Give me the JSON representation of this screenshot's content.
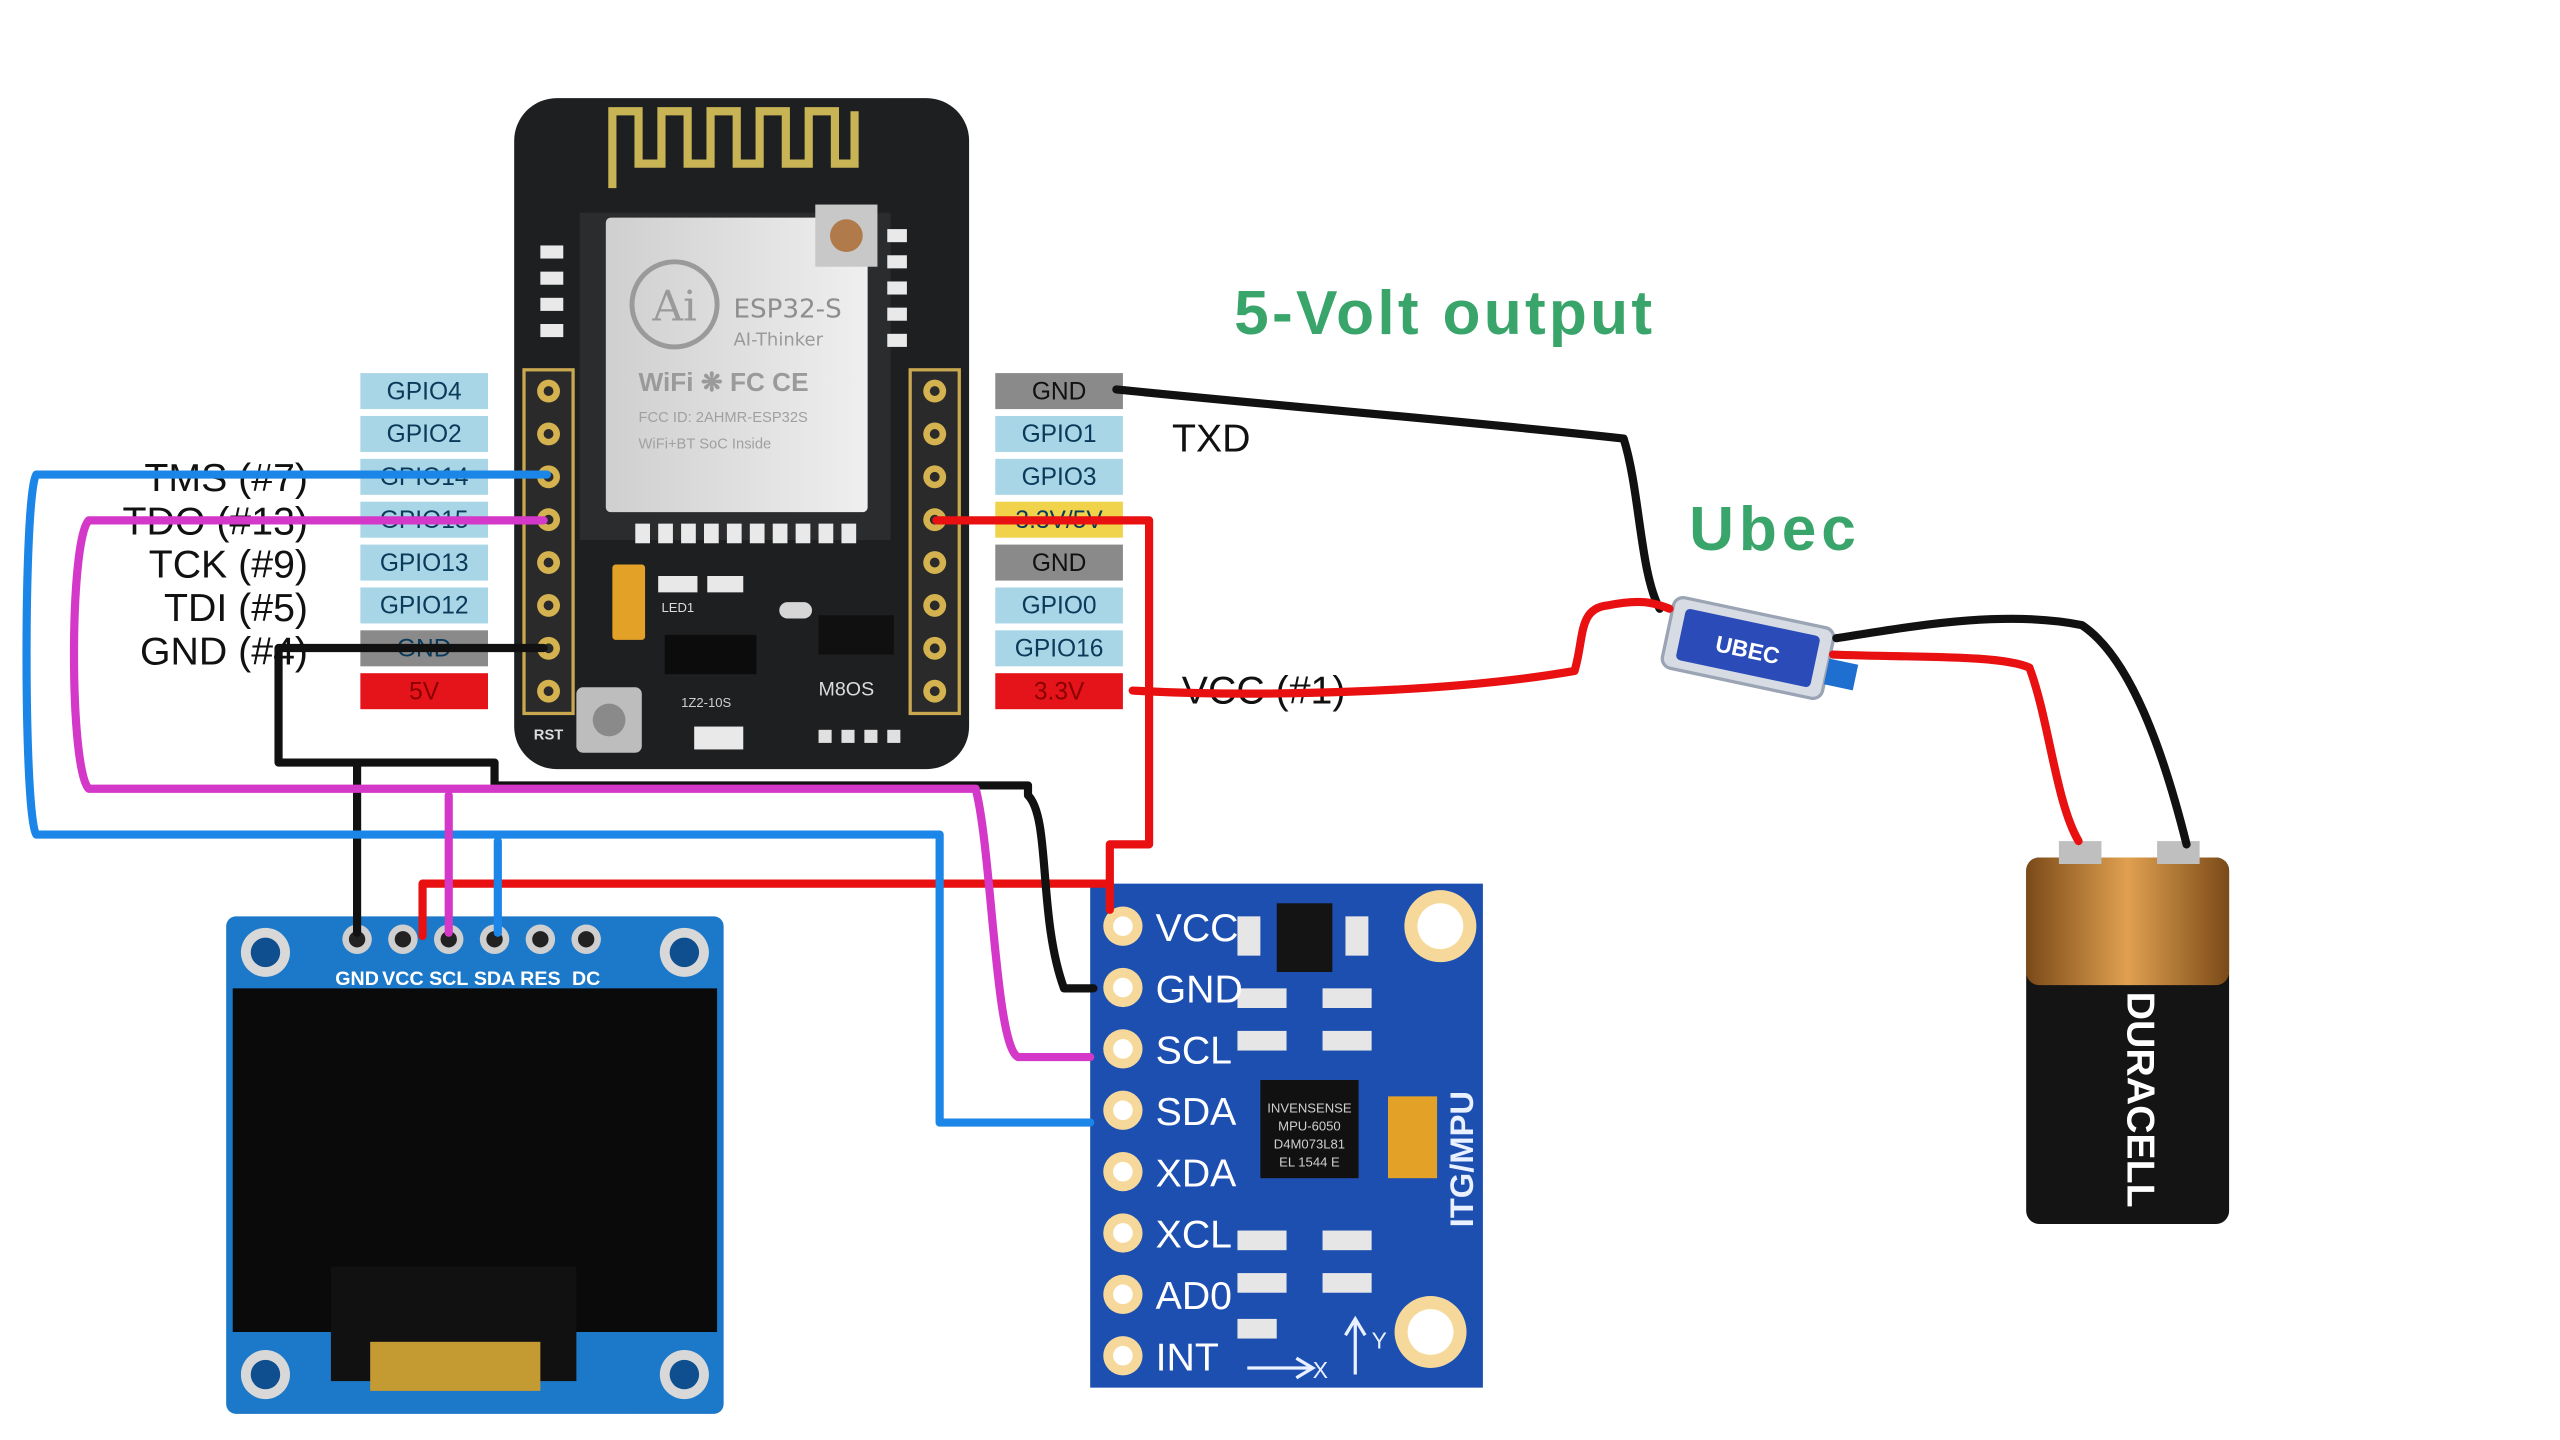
{
  "esp32": {
    "module_name": "ESP32-S",
    "module_maker": "AI-Thinker",
    "logo": "Ai",
    "cert_text": "FCC ID: 2AHMR-ESP32S",
    "wifi_text": "WiFi+BT SoC Inside",
    "rst_label": "RST",
    "led_label": "LED1",
    "psram_label": "M8OS",
    "ic_label": "1Z2-10S",
    "left_pins": [
      "GPIO4",
      "GPIO2",
      "GPIO14",
      "GPIO15",
      "GPIO13",
      "GPIO12",
      "GND",
      "5V"
    ],
    "right_pins": [
      "GND",
      "GPIO1",
      "GPIO3",
      "3.3V/5V",
      "GND",
      "GPIO0",
      "GPIO16",
      "3.3V"
    ]
  },
  "jtag_labels": [
    "TMS (#7)",
    "TDO (#13)",
    "TCK (#9)",
    "TDI (#5)",
    "GND (#4)"
  ],
  "uart_labels": {
    "txd": "TXD",
    "vcc": "VCC (#1)"
  },
  "headings": {
    "output": "5-Volt output",
    "ubec": "Ubec"
  },
  "ubec_text": "UBEC",
  "oled": {
    "pins": [
      "GND",
      "VCC",
      "SCL",
      "SDA",
      "RES",
      "DC"
    ]
  },
  "mpu": {
    "pins": [
      "VCC",
      "GND",
      "SCL",
      "SDA",
      "XDA",
      "XCL",
      "AD0",
      "INT"
    ],
    "board_label": "ITG/MPU",
    "chip_text": [
      "INVENSENSE",
      "MPU-6050",
      "D4M073L81",
      "EL 1544 E"
    ],
    "axis_x": "X",
    "axis_y": "Y"
  },
  "battery": {
    "brand": "DURACELL"
  },
  "colors": {
    "wire_black": "#111111",
    "wire_red": "#e81010",
    "wire_blue": "#1b86e8",
    "wire_magenta": "#d438c8",
    "heading_green": "#3aa56a",
    "pin_label_blue": "#a8d6e6",
    "pin_label_gray": "#8a8a8a",
    "pin_label_red": "#e4141a",
    "pin_label_yellow": "#f0d34a",
    "mpu_blue": "#1d4fb0",
    "oled_blue": "#1c78c8"
  }
}
